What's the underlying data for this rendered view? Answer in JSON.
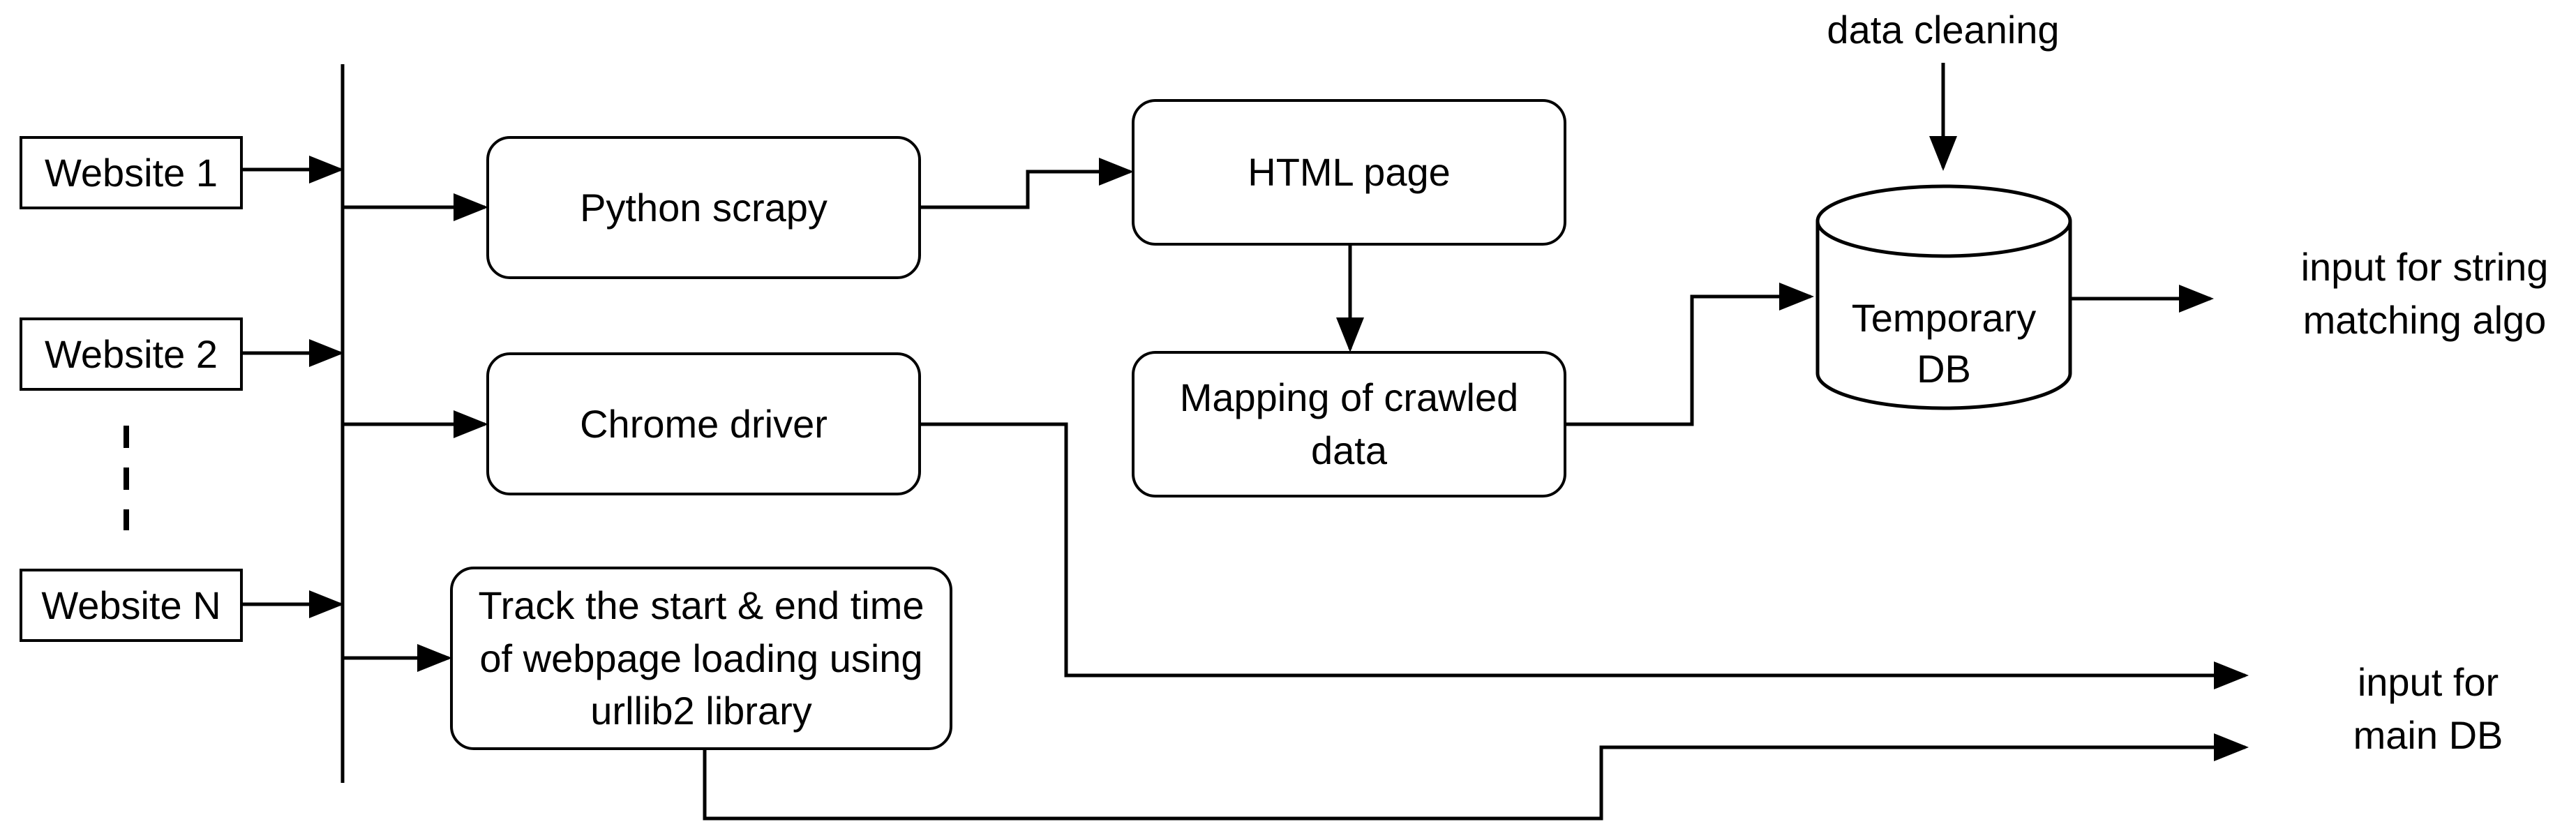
{
  "sources": [
    "Website 1",
    "Website 2",
    "Website N"
  ],
  "ellipsis": "vertical-dashes",
  "processes": {
    "python_scrapy": "Python scrapy",
    "chrome_driver": "Chrome driver",
    "track_loading": "Track the start & end time of webpage loading using urllib2 library",
    "html_page": "HTML page",
    "mapping": "Mapping of crawled data"
  },
  "database": {
    "label": "Temporary DB"
  },
  "annotations": {
    "data_cleaning": "data cleaning",
    "string_matching_output": "input for string matching algo",
    "main_db_output": "input for main DB"
  },
  "colors": {
    "stroke": "#000000",
    "background": "#ffffff"
  }
}
